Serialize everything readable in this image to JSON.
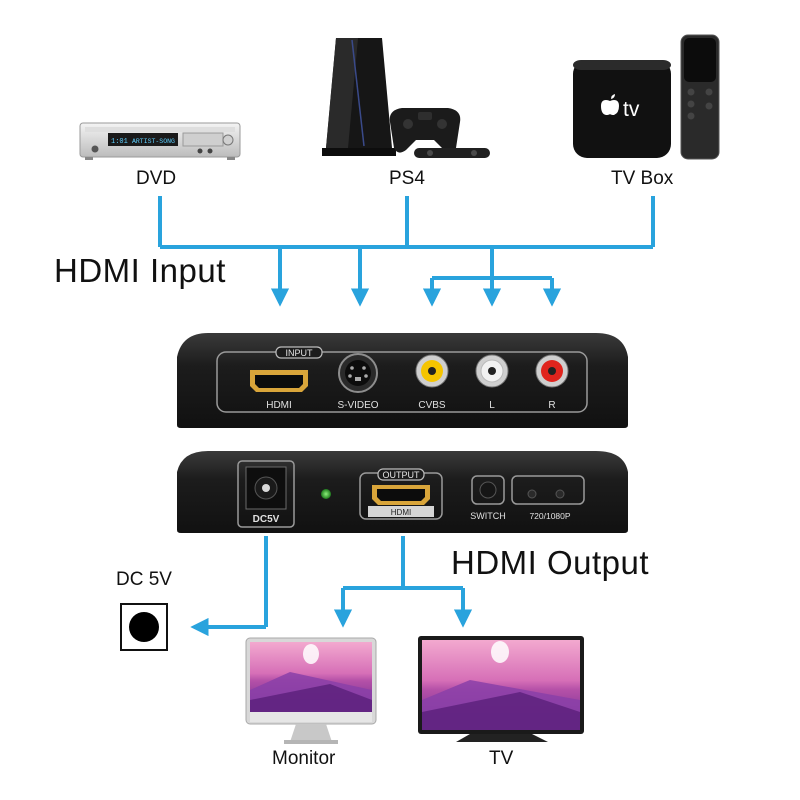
{
  "sources": [
    {
      "label": "DVD",
      "icon": "dvd-player-icon",
      "screen_text": "ARTIST-SONG",
      "display_digits": "1:01"
    },
    {
      "label": "PS4",
      "icon": "ps4-console-icon"
    },
    {
      "label": "TV Box",
      "icon": "apple-tv-box-icon",
      "brand": "tv"
    }
  ],
  "input_heading": "HDMI Input",
  "output_heading": "HDMI Output",
  "input_panel": {
    "badge": "INPUT",
    "ports": [
      "HDMI",
      "S-VIDEO",
      "CVBS",
      "L",
      "R"
    ]
  },
  "output_panel": {
    "badge": "OUTPUT",
    "hdmi_label": "HDMI",
    "power_label": "DC5V",
    "switch_label": "SWITCH",
    "resolution_label": "720/1080P"
  },
  "power": {
    "label": "DC 5V",
    "icon": "power-jack-icon"
  },
  "displays": [
    {
      "label": "Monitor",
      "icon": "monitor-icon"
    },
    {
      "label": "TV",
      "icon": "tv-icon"
    }
  ],
  "colors": {
    "arrow": "#29a3dd",
    "device_body": "#1d1d1d",
    "screen_sky": "#d86fb8",
    "screen_lavender": "#8a3fa8",
    "rca_yellow": "#f5c400",
    "rca_white": "#f2f2f2",
    "rca_red": "#e0241d"
  }
}
